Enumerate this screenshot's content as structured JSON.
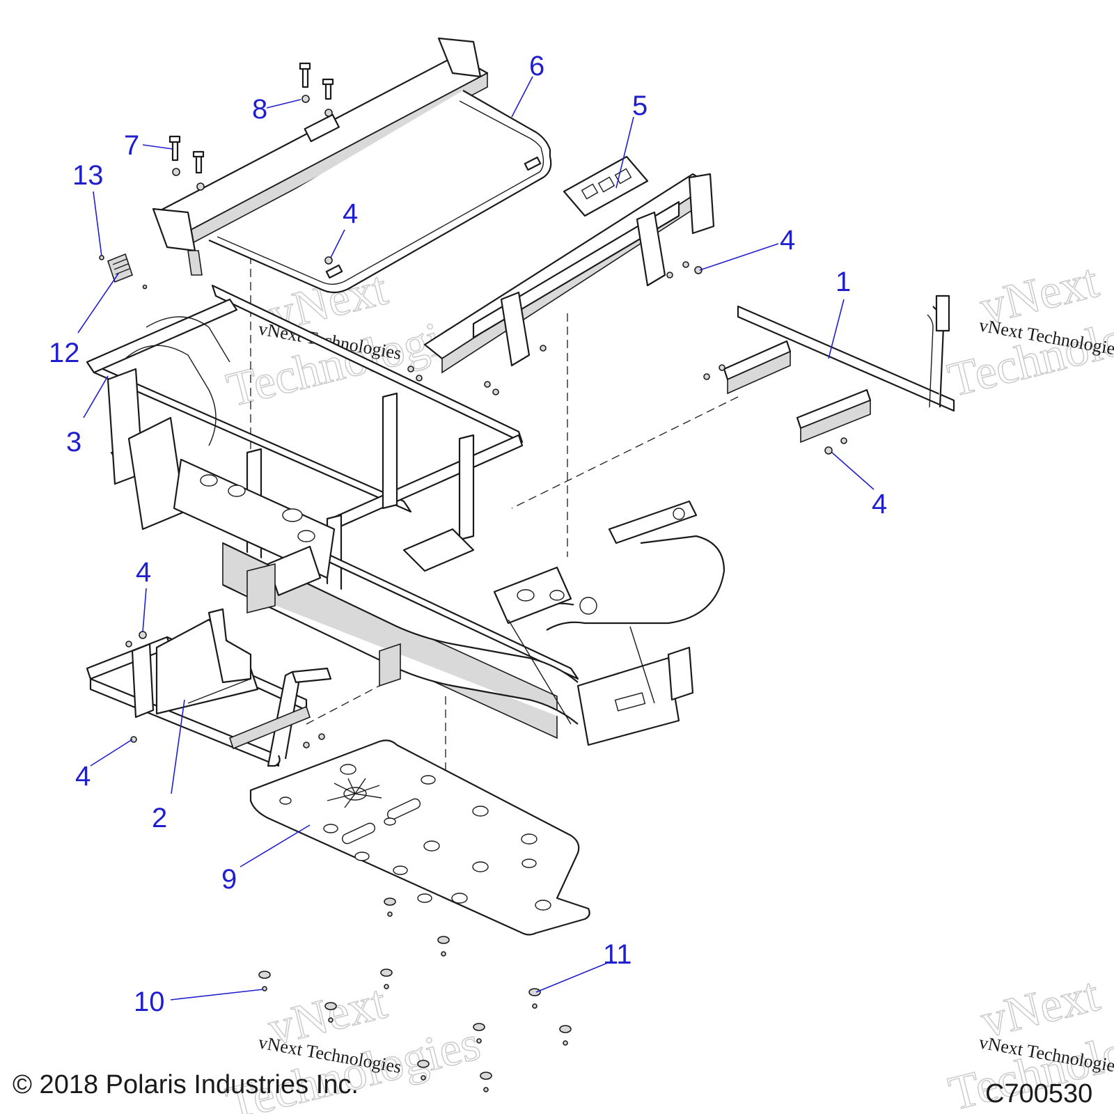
{
  "callouts": [
    {
      "id": "c1",
      "label": "1"
    },
    {
      "id": "c2",
      "label": "2"
    },
    {
      "id": "c3",
      "label": "3"
    },
    {
      "id": "c4a",
      "label": "4"
    },
    {
      "id": "c4b",
      "label": "4"
    },
    {
      "id": "c4c",
      "label": "4"
    },
    {
      "id": "c4d",
      "label": "4"
    },
    {
      "id": "c4e",
      "label": "4"
    },
    {
      "id": "c5",
      "label": "5"
    },
    {
      "id": "c6",
      "label": "6"
    },
    {
      "id": "c7",
      "label": "7"
    },
    {
      "id": "c8",
      "label": "8"
    },
    {
      "id": "c9",
      "label": "9"
    },
    {
      "id": "c10",
      "label": "10"
    },
    {
      "id": "c11",
      "label": "11"
    },
    {
      "id": "c12",
      "label": "12"
    },
    {
      "id": "c13",
      "label": "13"
    }
  ],
  "watermark": {
    "big_line1": "vNext",
    "big_line2": "Technologies",
    "small": "vNext Technologies"
  },
  "footer": {
    "copyright": "© 2018 Polaris Industries Inc.",
    "figure_code": "C700530"
  },
  "colors": {
    "callout": "#1f1fcf",
    "line": "#1a1a1a",
    "watermark": "#c8c8c8"
  }
}
